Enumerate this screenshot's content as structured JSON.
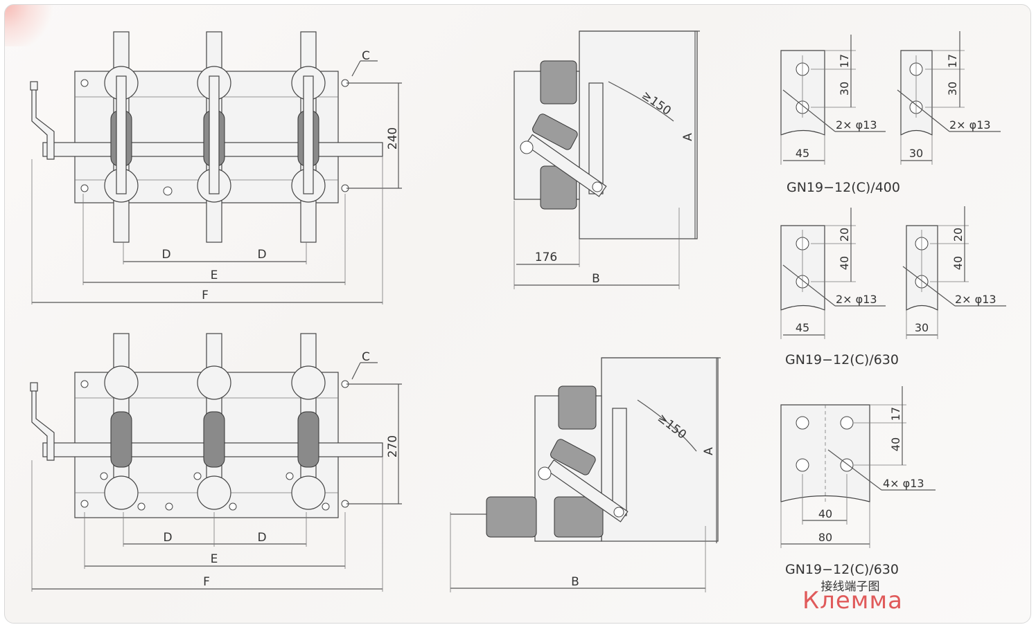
{
  "top_front": {
    "label_c": "C",
    "dim_height": "240",
    "label_d1": "D",
    "label_d2": "D",
    "label_e": "E",
    "label_f": "F"
  },
  "bottom_front": {
    "label_c": "C",
    "dim_height": "270",
    "label_d1": "D",
    "label_d2": "D",
    "label_e": "E",
    "label_f": "F"
  },
  "top_side": {
    "dim_clearance": "≥150",
    "label_a": "A",
    "dim_176": "176",
    "label_b": "B"
  },
  "bottom_side": {
    "dim_clearance": "≥150",
    "label_a": "A",
    "label_b": "B"
  },
  "terminal_400": {
    "left": {
      "dim_top": "17",
      "dim_mid": "30",
      "holes": "2× φ13",
      "width": "45"
    },
    "right": {
      "dim_top": "17",
      "dim_mid": "30",
      "holes": "2× φ13",
      "width": "30"
    },
    "caption": "GN19−12(C)/400"
  },
  "terminal_630": {
    "left": {
      "dim_top": "20",
      "dim_mid": "40",
      "holes": "2× φ13",
      "width": "45"
    },
    "right": {
      "dim_top": "20",
      "dim_mid": "40",
      "holes": "2× φ13",
      "width": "30"
    },
    "caption": "GN19−12(C)/630"
  },
  "terminal_630b": {
    "dim_top": "17",
    "dim_mid": "40",
    "holes": "4× φ13",
    "dim_inner": "40",
    "dim_outer": "80",
    "caption": "GN19−12(C)/630"
  },
  "footer": {
    "chinese_caption": "接线端子图",
    "watermark": "Клемма"
  },
  "colors": {
    "line": "#444444",
    "insulator": "#9c9c9c",
    "watermark": "#e05a5a"
  }
}
